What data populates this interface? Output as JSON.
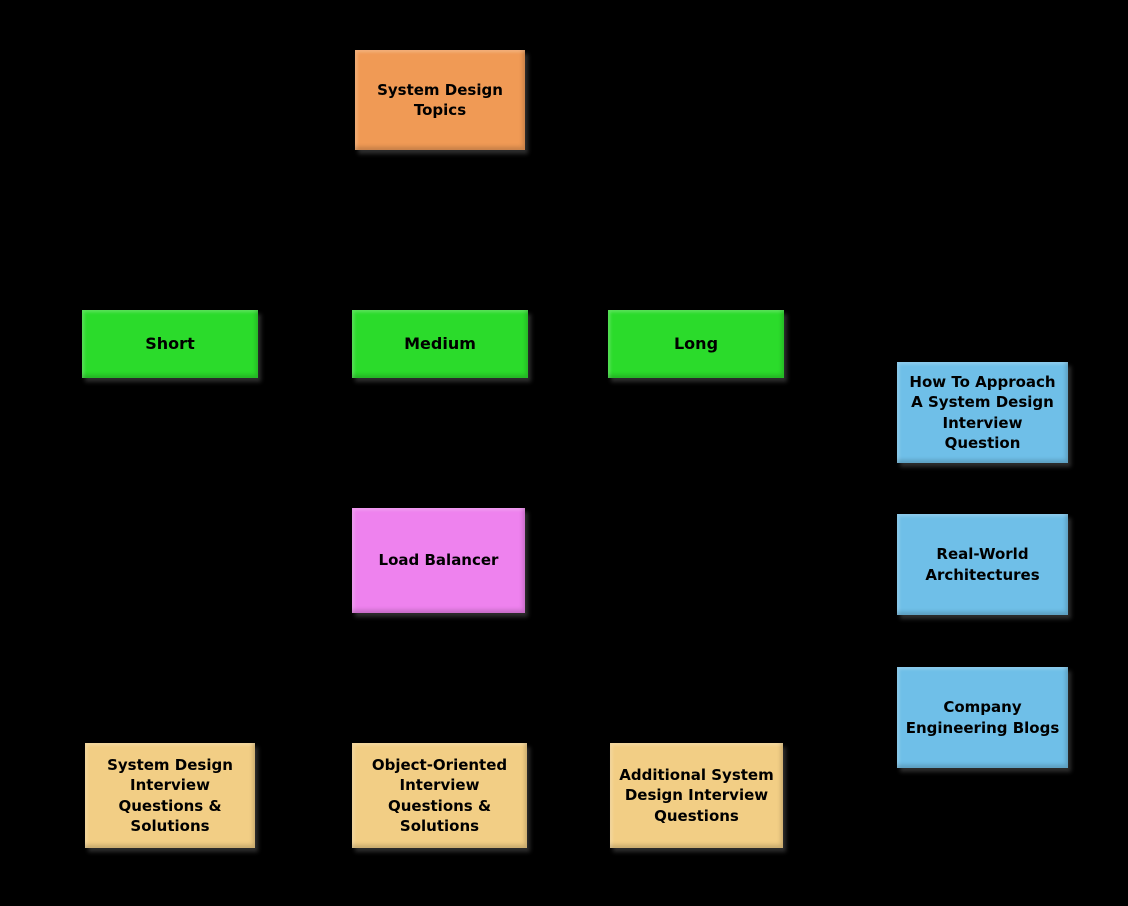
{
  "diagram": {
    "background_color": "#000000",
    "text_color": "#000000",
    "colors": {
      "root_orange": "#F09A55",
      "duration_green": "#2BDB2B",
      "component_pink": "#EE82EE",
      "resource_blue": "#6FBFE8",
      "questions_tan": "#F2CE85"
    },
    "nodes": [
      {
        "id": "system-design-topics",
        "label": "System Design Topics",
        "color": "#F09A55"
      },
      {
        "id": "short",
        "label": "Short",
        "color": "#2BDB2B"
      },
      {
        "id": "medium",
        "label": "Medium",
        "color": "#2BDB2B"
      },
      {
        "id": "long",
        "label": "Long",
        "color": "#2BDB2B"
      },
      {
        "id": "load-balancer",
        "label": "Load Balancer",
        "color": "#EE82EE"
      },
      {
        "id": "how-to-approach",
        "label": "How To Approach A System Design Interview Question",
        "color": "#6FBFE8"
      },
      {
        "id": "real-world-architectures",
        "label": "Real-World Architectures",
        "color": "#6FBFE8"
      },
      {
        "id": "company-engineering-blogs",
        "label": "Company Engineering Blogs",
        "color": "#6FBFE8"
      },
      {
        "id": "system-design-interview-questions",
        "label": "System Design Interview Questions & Solutions",
        "color": "#F2CE85"
      },
      {
        "id": "object-oriented-interview-questions",
        "label": "Object-Oriented Interview Questions & Solutions",
        "color": "#F2CE85"
      },
      {
        "id": "additional-system-design-questions",
        "label": "Additional System Design Interview Questions",
        "color": "#F2CE85"
      }
    ]
  }
}
